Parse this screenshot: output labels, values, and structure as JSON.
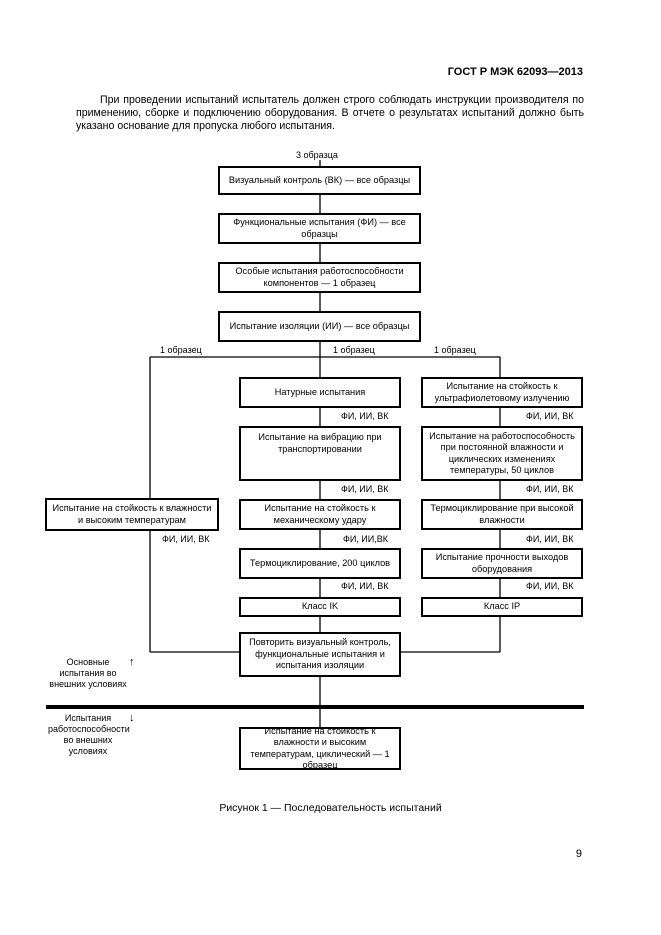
{
  "header": {
    "title": "ГОСТ Р МЭК 62093—2013"
  },
  "intro": "При проведении испытаний испытатель должен строго соблюдать инструкции производителя по применению, сборке и подключению оборудования. В отчете о результатах испытаний должно быть указано основание для пропуска любого испытания.",
  "flow": {
    "top_label": "3 образца",
    "visual": "Визуальный контроль (ВК) — все образцы",
    "functional": "Функциональные испытания (ФИ) — все образцы",
    "special": "Особые испытания работоспособности компонентов — 1 образец",
    "insulation": "Испытание изоляции (ИИ) — все образцы",
    "branch_left_label": "1 образец",
    "branch_mid_label": "1 образец",
    "branch_right_label": "1 образец",
    "left_box": "Испытание на стойкость к влажности и высоким температурам",
    "left_after": "ФИ, ИИ, ВК",
    "mid": [
      {
        "text": "Натурные испытания",
        "after": "ФИ, ИИ, ВК"
      },
      {
        "text": "Испытание на вибрацию при транспортировании",
        "after": "ФИ, ИИ, ВК"
      },
      {
        "text": "Испытание на стойкость к механическому удару",
        "after": "ФИ, ИИ,ВК"
      },
      {
        "text": "Термоциклирование, 200 циклов",
        "after": "ФИ, ИИ, ВК"
      },
      {
        "text": "Класс IK"
      }
    ],
    "right": [
      {
        "text": "Испытание на стойкость к ультрафиолетовому излучению",
        "after": "ФИ, ИИ, ВК"
      },
      {
        "text": "Испытание на работоспособность при постоянной влажности и циклических изменениях температуры, 50 циклов",
        "after": "ФИ, ИИ, ВК"
      },
      {
        "text": "Термоциклирование при высокой влажности",
        "after": "ФИ, ИИ, ВК"
      },
      {
        "text": "Испытание прочности выходов оборудования",
        "after": "ФИ, ИИ, ВК"
      },
      {
        "text": "Класс IP"
      }
    ],
    "repeat": "Повторить визуальный контроль, функциональные испытания и испытания изоляции",
    "note_top": "Основные испытания во внешних условиях",
    "note_bottom": "Испытания работоспособности во внешних условиях",
    "final": "Испытание на стойкость к влажности и высоким температурам, циклический — 1 образец"
  },
  "caption": "Рисунок 1 — Последовательность испытаний",
  "page_number": "9"
}
